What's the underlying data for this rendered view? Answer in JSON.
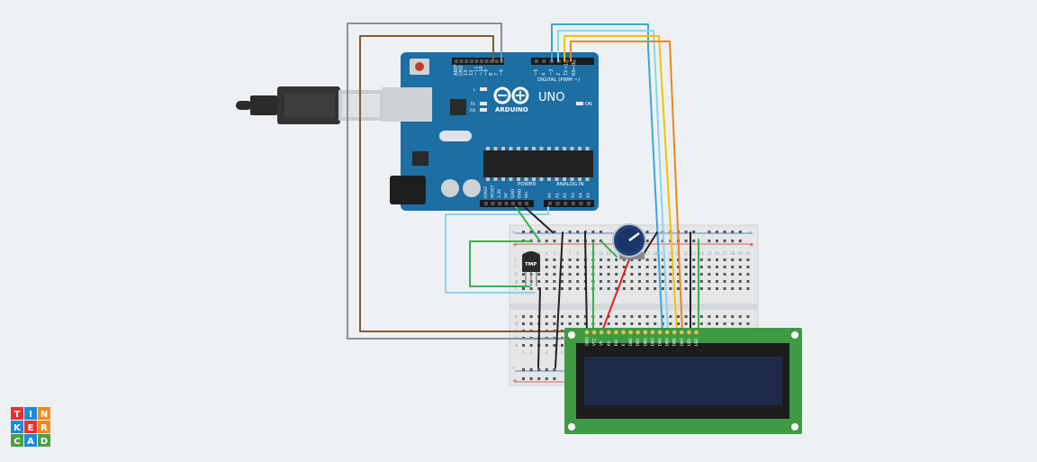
{
  "arduino": {
    "brand": "ARDUINO",
    "model": "UNO",
    "digital_label": "DIGITAL (PWM ~)",
    "power_label": "POWER",
    "analog_label": "ANALOG IN",
    "on_label": "ON",
    "led_l": "L",
    "led_tx": "TX",
    "led_rx": "RX",
    "top_pins": [
      "AREF",
      "GND",
      "13",
      "12",
      "~11",
      "~10",
      "~9",
      "8",
      "7",
      "~6",
      "~5",
      "4",
      "~3",
      "2",
      "TX→1",
      "RX←0"
    ],
    "power_pins": [
      "IOREF",
      "RESET",
      "3.3V",
      "5V",
      "GND",
      "GND",
      "Vin"
    ],
    "analog_pins": [
      "A0",
      "A1",
      "A2",
      "A3",
      "A4",
      "A5"
    ]
  },
  "sensor": {
    "label": "TMP"
  },
  "lcd": {
    "pins": [
      "GND",
      "VCC",
      "V0",
      "RS",
      "RW",
      "E",
      "DB0",
      "DB1",
      "DB2",
      "DB3",
      "DB4",
      "DB5",
      "DB6",
      "DB7",
      "LED",
      "LED"
    ]
  },
  "breadboard": {
    "plus": "+",
    "minus": "-",
    "row_letters_top": [
      "j",
      "i",
      "h",
      "g",
      "f"
    ],
    "row_letters_bottom": [
      "e",
      "d",
      "c",
      "b",
      "a"
    ],
    "col_numbers": [
      "1",
      "2",
      "3",
      "4",
      "5",
      "6",
      "7",
      "8",
      "9",
      "10",
      "11",
      "12",
      "13",
      "14",
      "15",
      "16",
      "17",
      "18",
      "19",
      "20",
      "21",
      "22",
      "23",
      "24",
      "25",
      "26",
      "27",
      "28",
      "29",
      "30"
    ]
  },
  "logo": {
    "letters": [
      "T",
      "I",
      "N",
      "K",
      "E",
      "R",
      "C",
      "A",
      "D"
    ]
  },
  "colors": {
    "board": "#1d6ea3",
    "wire_gray": "#8c9095",
    "wire_brown": "#8b5a2b",
    "wire_blue": "#3aa6d8",
    "wire_lightblue": "#8fd3ea",
    "wire_yellow": "#f2c400",
    "wire_orange": "#e8871c",
    "wire_green": "#37b34a",
    "wire_red": "#e02020",
    "wire_black": "#222222",
    "lcd_pcb": "#3f9a44",
    "lcd_screen": "#1d2a4a"
  }
}
